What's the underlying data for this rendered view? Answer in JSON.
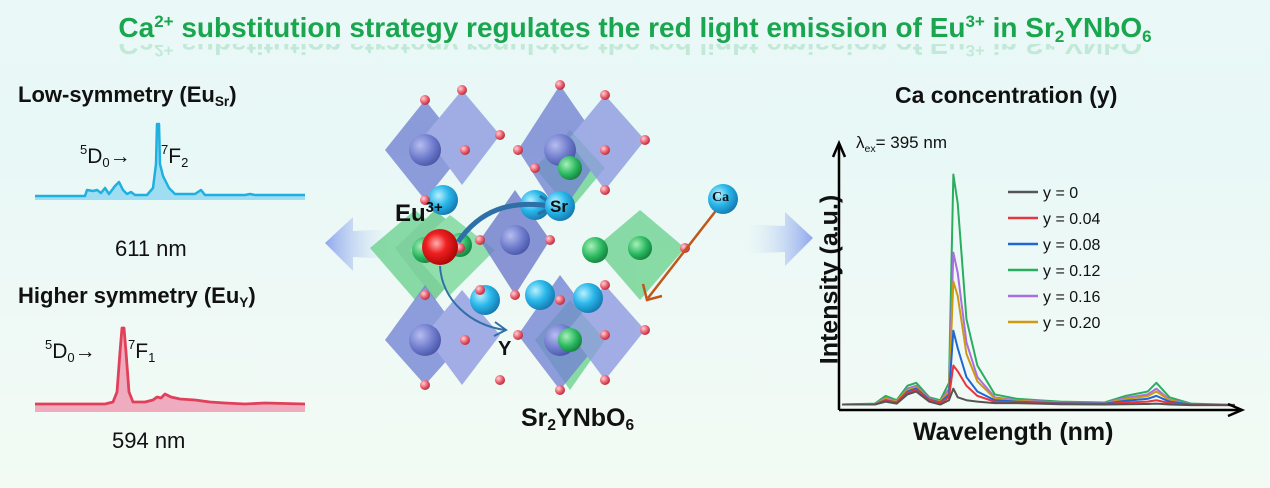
{
  "title": {
    "parts": [
      "Ca",
      "2+",
      " substitution strategy regulates the red light emission of Eu",
      "3+",
      " in Sr",
      "2",
      "YNbO",
      "6"
    ]
  },
  "left_panel": {
    "low_symmetry": {
      "heading": "Low-symmetry (Eu",
      "heading_sub": "Sr",
      "heading_close": ")",
      "transition": {
        "upper_sup": "5",
        "upper": "D",
        "upper_sub": "0",
        "arrow": "→",
        "lower_sup": "7",
        "lower": "F",
        "lower_sub": "2"
      },
      "wavelength": "611 nm",
      "color": "#1fb0e0"
    },
    "higher_symmetry": {
      "heading": "Higher symmetry (Eu",
      "heading_sub": "Y",
      "heading_close": ")",
      "transition": {
        "upper_sup": "5",
        "upper": "D",
        "upper_sub": "0",
        "arrow": "→",
        "lower_sup": "7",
        "lower": "F",
        "lower_sub": "1"
      },
      "wavelength": "594 nm",
      "color": "#e0405a"
    }
  },
  "center": {
    "eu_label": "Eu",
    "eu_sup": "3+",
    "sr_label": "Sr",
    "y_label": "Y",
    "ca_label": "Ca",
    "formula": {
      "a": "Sr",
      "a_sub": "2",
      "b": "YNbO",
      "b_sub": "6"
    },
    "colors": {
      "eu": "#e01010",
      "sr": "#1aa8e0",
      "octa_blue": "#6f7fcf",
      "octa_green": "#5fcf80",
      "oxygen": "#e85a6a",
      "ca_arrow": "#c0561a",
      "eu_arrow": "#2f6fa8"
    }
  },
  "chart_data": {
    "type": "line",
    "title": "Ca concentration (y)",
    "xlabel": "Wavelength (nm)",
    "ylabel": "Intensity (a.u.)",
    "annotation": {
      "text": "λ",
      "sub": "ex",
      "rest": "= 395 nm"
    },
    "legend_position": "top-right",
    "grid": false,
    "x": [
      560,
      575,
      580,
      585,
      590,
      594,
      600,
      605,
      609,
      611,
      613,
      617,
      622,
      630,
      640,
      650,
      660,
      680,
      690,
      700,
      704,
      710,
      720,
      740
    ],
    "series": [
      {
        "name": "y = 0",
        "color": "#555555",
        "values": [
          0.5,
          0.5,
          1.5,
          0.8,
          4,
          5,
          1.5,
          0.5,
          2,
          6,
          3,
          2,
          1.5,
          1,
          1,
          0.8,
          0.6,
          0.5,
          0.6,
          0.7,
          0.8,
          0.5,
          0.3,
          0.3
        ]
      },
      {
        "name": "y = 0.04",
        "color": "#e8353f",
        "values": [
          0.5,
          0.5,
          1.8,
          1.2,
          4.5,
          5.5,
          2,
          1,
          3,
          14,
          12,
          7,
          3.5,
          1.5,
          1.2,
          1,
          0.8,
          0.6,
          1.2,
          1.5,
          2,
          1,
          0.4,
          0.3
        ]
      },
      {
        "name": "y = 0.08",
        "color": "#1f66d6",
        "values": [
          0.5,
          0.5,
          2,
          1.2,
          5,
          6,
          2.2,
          1.2,
          4,
          26,
          20,
          10,
          5,
          2,
          1.5,
          1.2,
          1,
          0.8,
          1.8,
          2.5,
          3.5,
          1.5,
          0.5,
          0.3
        ]
      },
      {
        "name": "y = 0.12",
        "color": "#2aae5e",
        "values": [
          0.5,
          0.8,
          3.5,
          2,
          7,
          8,
          3,
          2,
          8,
          80,
          70,
          30,
          14,
          4,
          2.5,
          2,
          1.5,
          1.2,
          3.5,
          5,
          8,
          3,
          0.8,
          0.4
        ]
      },
      {
        "name": "y = 0.16",
        "color": "#a86fe0",
        "values": [
          0.5,
          0.6,
          2.8,
          1.6,
          6,
          7,
          2.5,
          1.6,
          6,
          53,
          46,
          22,
          10,
          3,
          2,
          1.6,
          1.2,
          1,
          2.8,
          4,
          6,
          2.2,
          0.6,
          0.3
        ]
      },
      {
        "name": "y = 0.20",
        "color": "#d09a10",
        "values": [
          0.5,
          0.6,
          2.5,
          1.5,
          5.5,
          6.5,
          2.3,
          1.5,
          5,
          43,
          38,
          18,
          8.5,
          2.6,
          1.8,
          1.4,
          1.1,
          0.9,
          2.4,
          3.4,
          5,
          2,
          0.5,
          0.3
        ]
      }
    ],
    "xlim": [
      560,
      740
    ],
    "ylim": [
      0,
      85
    ]
  }
}
